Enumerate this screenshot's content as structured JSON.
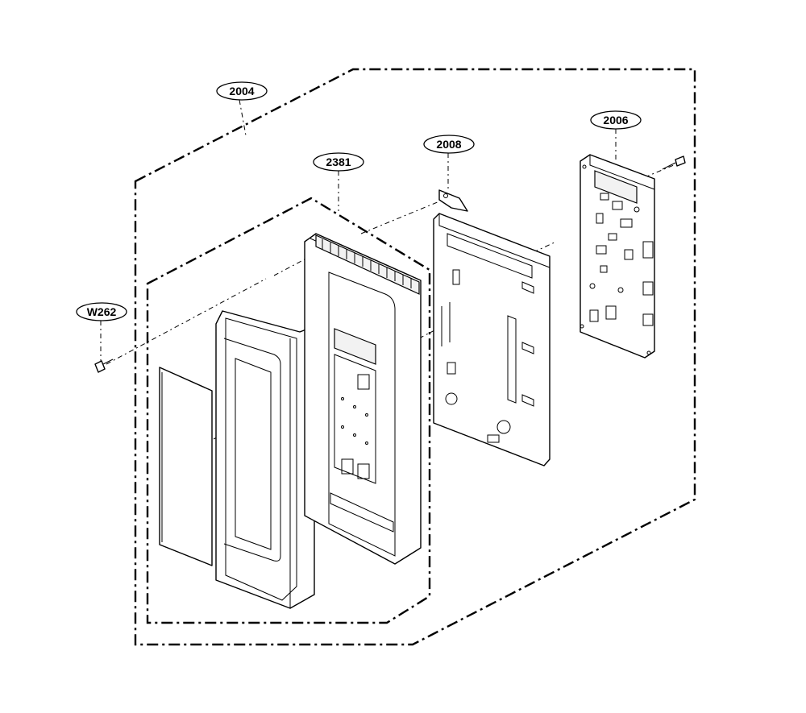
{
  "callouts": {
    "c2004": "2004",
    "c2381": "2381",
    "c2008": "2008",
    "c2006": "2006",
    "cW262": "W262"
  }
}
